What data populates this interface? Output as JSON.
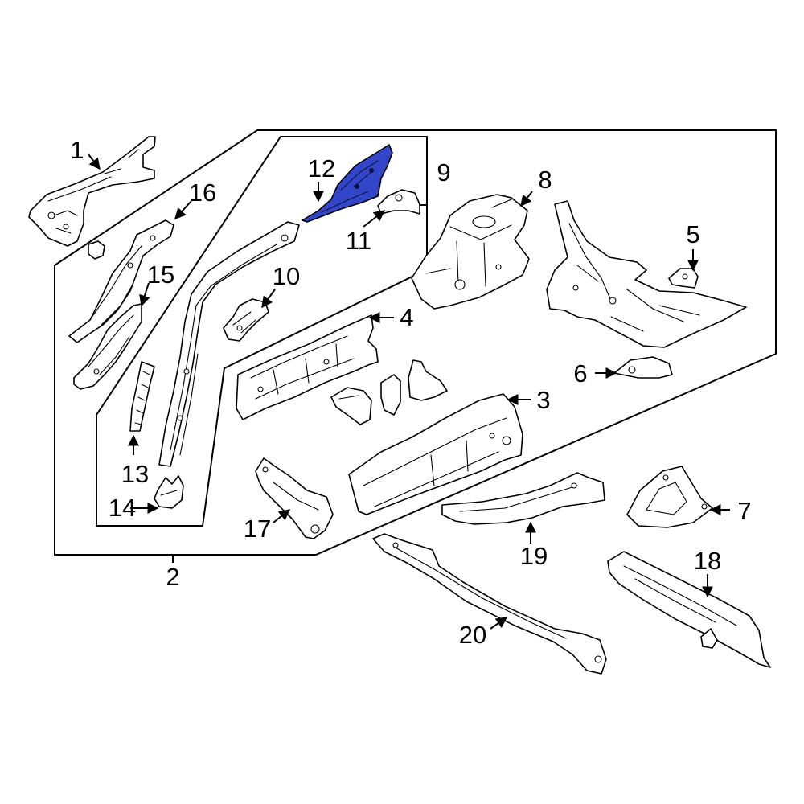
{
  "diagram": {
    "highlight_color": "#3346c9",
    "outline_color": "#000000",
    "background_color": "#ffffff",
    "highlighted_part": "12",
    "callouts": [
      {
        "id": "c1",
        "label": "1"
      },
      {
        "id": "c2",
        "label": "2"
      },
      {
        "id": "c3",
        "label": "3"
      },
      {
        "id": "c4",
        "label": "4"
      },
      {
        "id": "c5",
        "label": "5"
      },
      {
        "id": "c6",
        "label": "6"
      },
      {
        "id": "c7",
        "label": "7"
      },
      {
        "id": "c8",
        "label": "8"
      },
      {
        "id": "c9",
        "label": "9"
      },
      {
        "id": "c10",
        "label": "10"
      },
      {
        "id": "c11",
        "label": "11"
      },
      {
        "id": "c12",
        "label": "12"
      },
      {
        "id": "c13",
        "label": "13"
      },
      {
        "id": "c14",
        "label": "14"
      },
      {
        "id": "c15",
        "label": "15"
      },
      {
        "id": "c16",
        "label": "16"
      },
      {
        "id": "c17",
        "label": "17"
      },
      {
        "id": "c18",
        "label": "18"
      },
      {
        "id": "c19",
        "label": "19"
      },
      {
        "id": "c20",
        "label": "20"
      }
    ]
  }
}
